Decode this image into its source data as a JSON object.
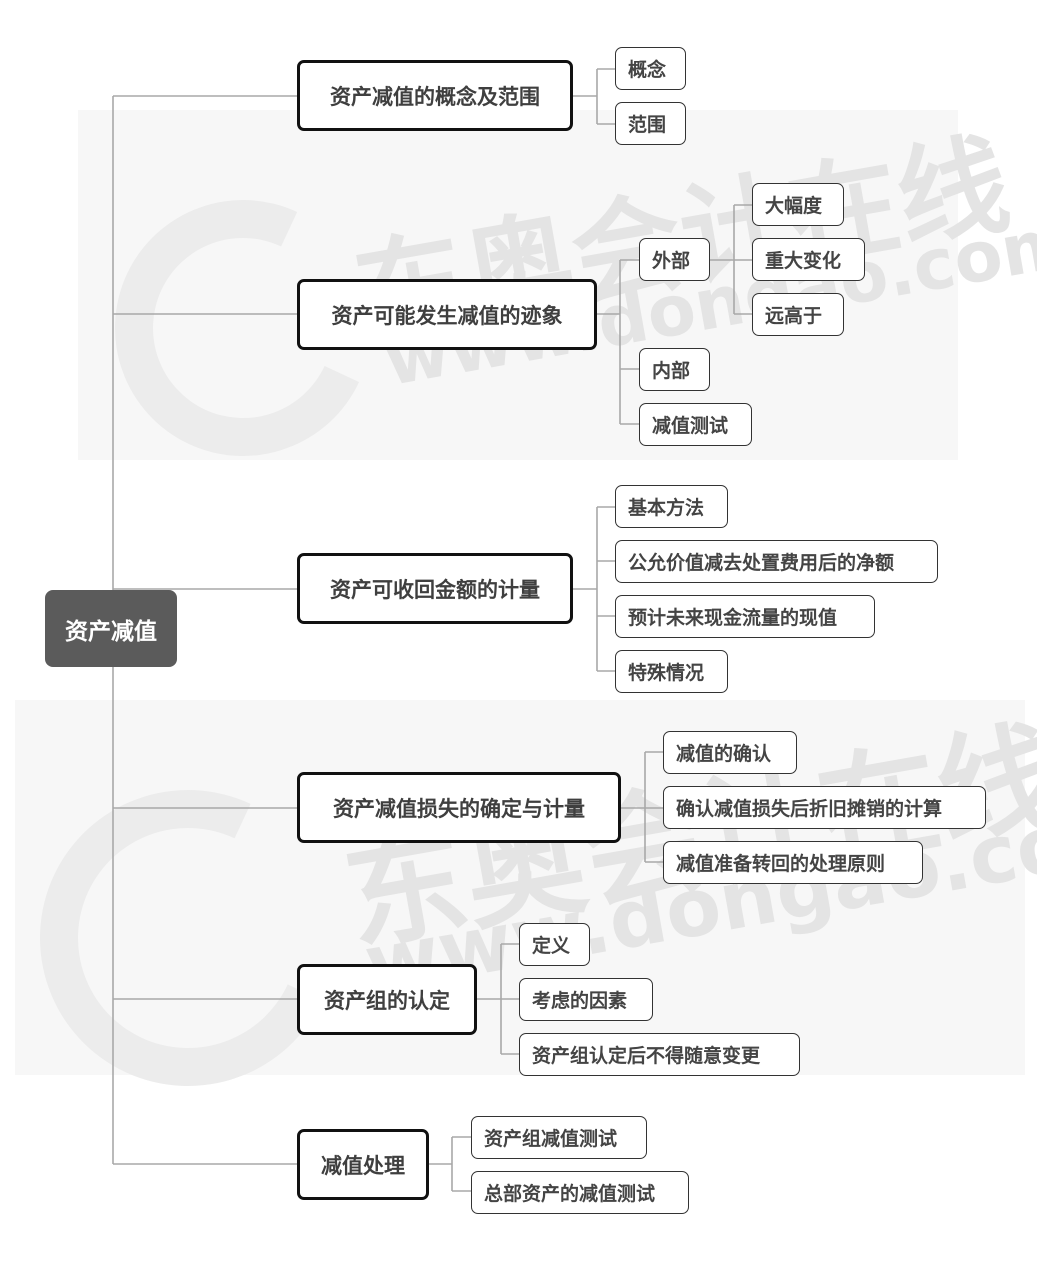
{
  "root": {
    "label": "资产减值",
    "color": "#5b5b5b"
  },
  "watermark": {
    "cn": "东奥会计在线",
    "url": "www.dongao.com"
  },
  "branches": [
    {
      "label": "资产减值的概念及范围",
      "children": [
        {
          "label": "概念"
        },
        {
          "label": "范围"
        }
      ]
    },
    {
      "label": "资产可能发生减值的迹象",
      "children": [
        {
          "label": "外部",
          "children": [
            {
              "label": "大幅度"
            },
            {
              "label": "重大变化"
            },
            {
              "label": "远高于"
            }
          ]
        },
        {
          "label": "内部"
        },
        {
          "label": "减值测试"
        }
      ]
    },
    {
      "label": "资产可收回金额的计量",
      "children": [
        {
          "label": "基本方法"
        },
        {
          "label": "公允价值减去处置费用后的净额"
        },
        {
          "label": "预计未来现金流量的现值"
        },
        {
          "label": "特殊情况"
        }
      ]
    },
    {
      "label": "资产减值损失的确定与计量",
      "children": [
        {
          "label": "减值的确认"
        },
        {
          "label": "确认减值损失后折旧摊销的计算"
        },
        {
          "label": "减值准备转回的处理原则"
        }
      ]
    },
    {
      "label": "资产组的认定",
      "children": [
        {
          "label": "定义"
        },
        {
          "label": "考虑的因素"
        },
        {
          "label": "资产组认定后不得随意变更"
        }
      ]
    },
    {
      "label": "减值处理",
      "children": [
        {
          "label": "资产组减值测试"
        },
        {
          "label": "总部资产的减值测试"
        }
      ]
    }
  ]
}
